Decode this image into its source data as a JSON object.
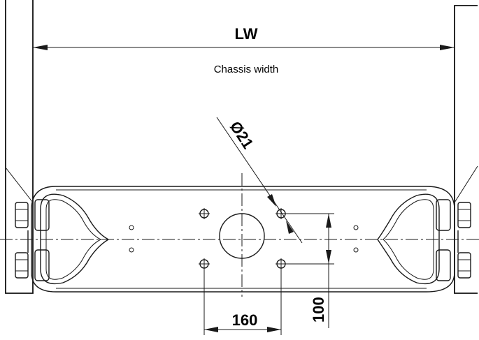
{
  "labels": {
    "lw": "LW",
    "chassis_width": "Chassis width",
    "hole_diameter": "Ø21",
    "horizontal_spacing": "160",
    "vertical_spacing": "100"
  },
  "colors": {
    "line": "#1a1a1a",
    "background": "#ffffff"
  }
}
